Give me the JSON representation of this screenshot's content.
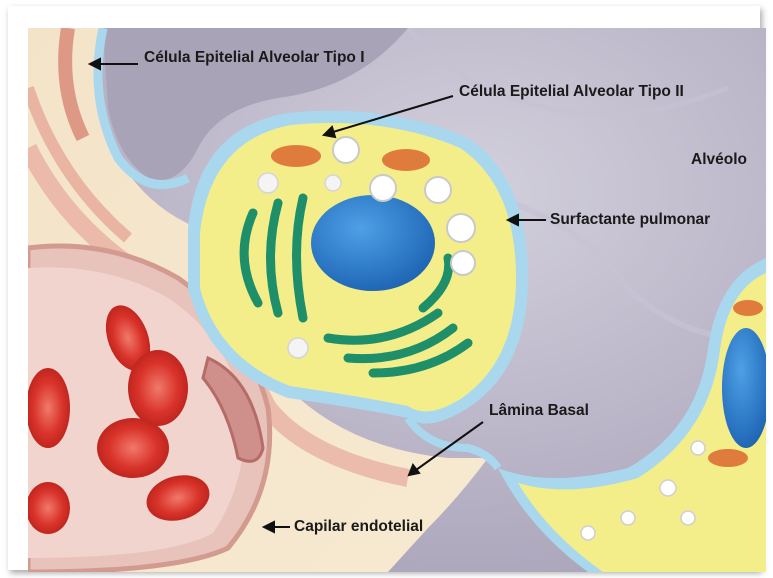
{
  "labels": {
    "type1": "Célula Epitelial Alveolar Tipo I",
    "type2": "Célula Epitelial Alveolar Tipo II",
    "alveolo": "Alvéolo",
    "surfactante": "Surfactante pulmonar",
    "lamina": "Lâmina Basal",
    "capilar": "Capilar endotelial"
  },
  "colors": {
    "cytoplasm": "#f3ee8a",
    "nucleus": "#2f7fd0",
    "golgi": "#1f8f6a",
    "mitochondria": "#e07b3e",
    "surfactant_layer": "#a9d8ee",
    "erythrocyte": "#d9332a",
    "alveolar_space": "#bdb7c9"
  }
}
